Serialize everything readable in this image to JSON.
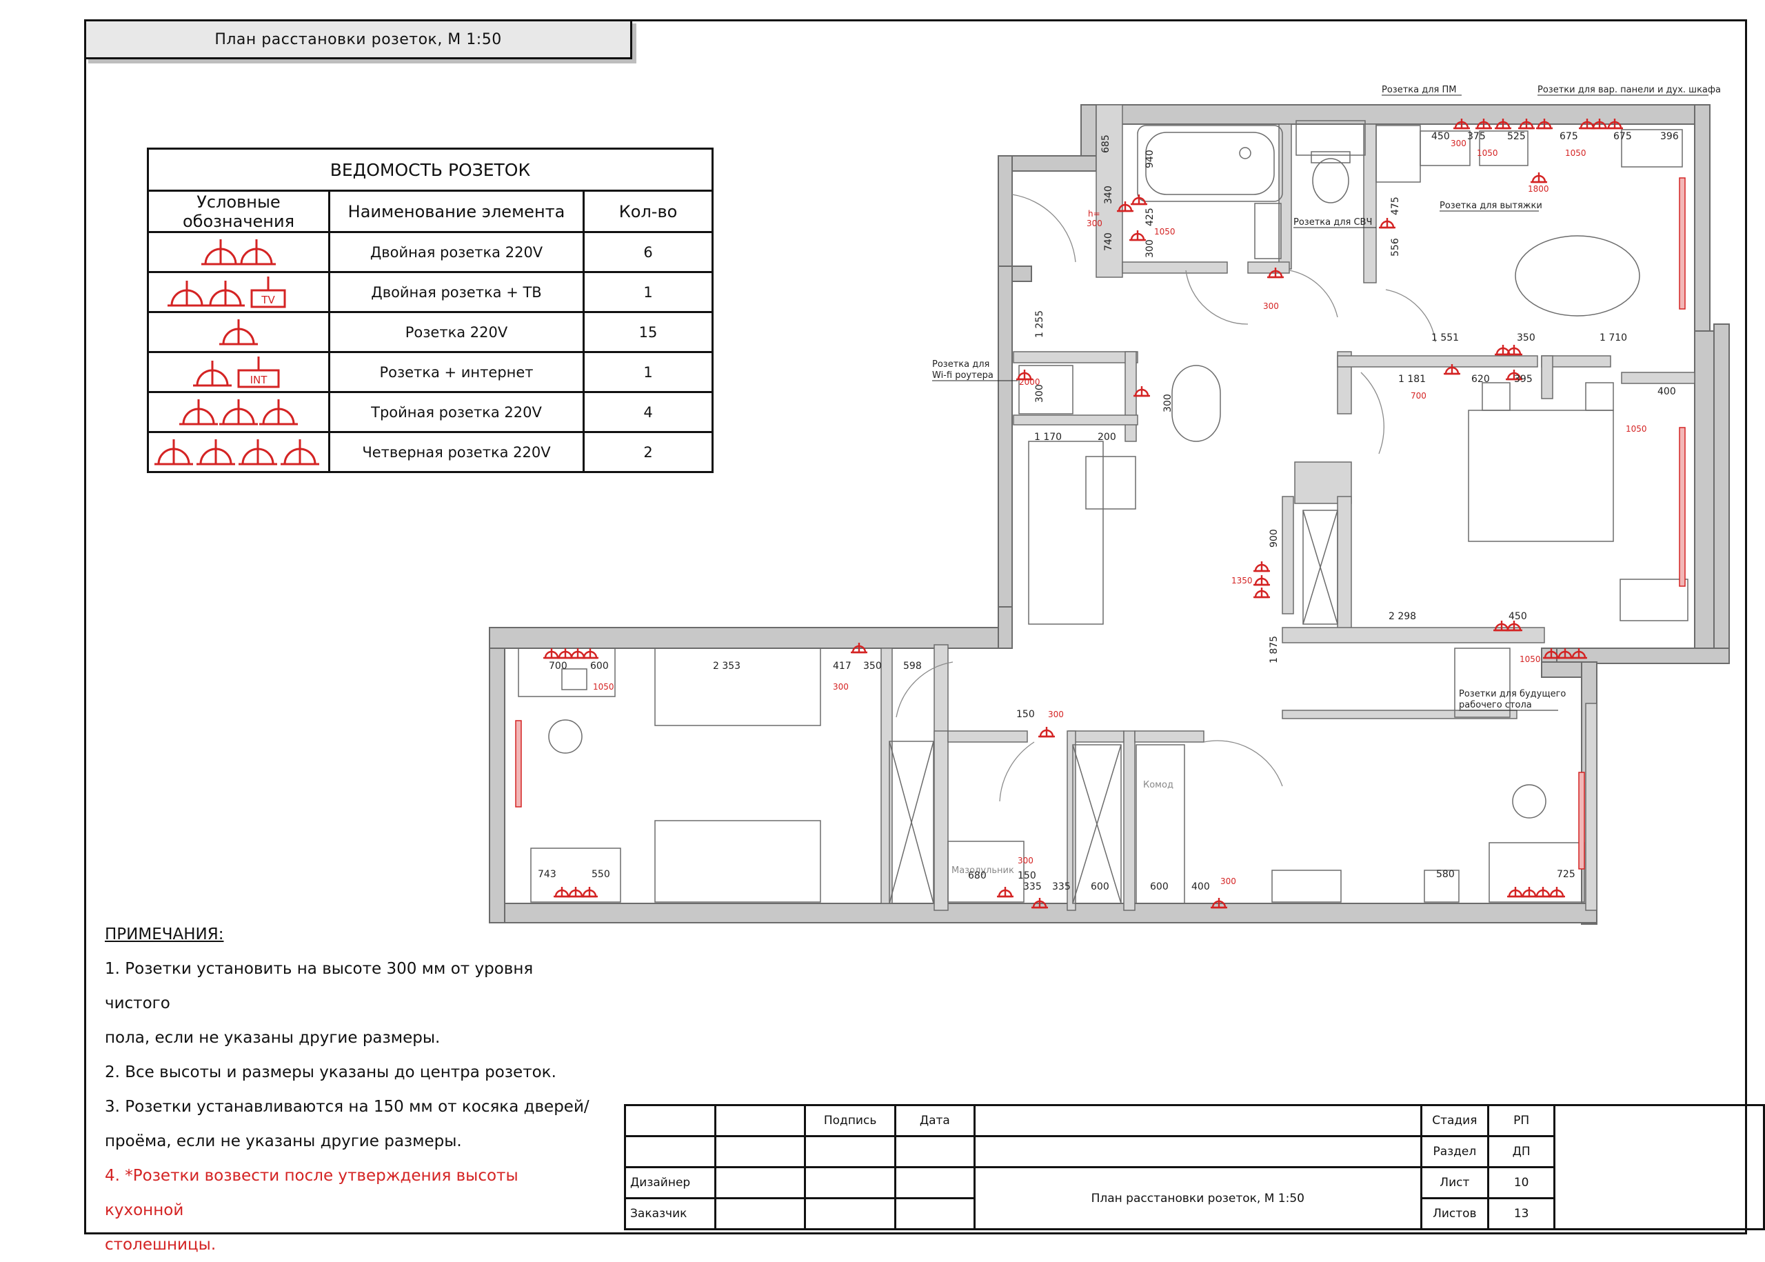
{
  "sheet_title": "План расстановки розеток, М 1:50",
  "legend": {
    "title": "ВЕДОМОСТЬ РОЗЕТОК",
    "headers": [
      "Условные обозначения",
      "Наименование элемента",
      "Кол-во"
    ],
    "rows": [
      {
        "name": "Двойная розетка 220V",
        "qty": "6",
        "symbol": "double"
      },
      {
        "name": "Двойная розетка + ТВ",
        "qty": "1",
        "symbol": "double-tv",
        "tag": "TV"
      },
      {
        "name": "Розетка 220V",
        "qty": "15",
        "symbol": "single"
      },
      {
        "name": "Розетка + интернет",
        "qty": "1",
        "symbol": "single-int",
        "tag": "INT"
      },
      {
        "name": "Тройная розетка 220V",
        "qty": "4",
        "symbol": "triple"
      },
      {
        "name": "Четверная розетка 220V",
        "qty": "2",
        "symbol": "quad"
      }
    ]
  },
  "notes": {
    "title": "ПРИМЕЧАНИЯ:",
    "items": [
      "1. Розетки установить на высоте 300 мм от уровня чистого",
      "пола, если не указаны другие размеры.",
      "2. Все высоты и размеры указаны до центра розеток.",
      "3. Розетки устанавливаются на 150 мм от косяка дверей/",
      "проёма, если не указаны другие размеры."
    ],
    "warning": [
      "4. *Розетки возвести после утверждения высоты кухонной",
      "столешницы."
    ]
  },
  "callouts": {
    "pm": "Розетка для ПМ",
    "panel": "Розетки для вар. панели и дух. шкафа",
    "hood": "Розетка для вытяжки",
    "microwave": "Розетка для СВЧ",
    "router1": "Розетка для",
    "router2": "Wi-fi роутера",
    "desk1": "Розетки для будущего",
    "desk2": "рабочего стола"
  },
  "furniture": {
    "dresser": "Комод",
    "dryer": "Мазолульник"
  },
  "dimensions": {
    "kitchen": [
      "450",
      "375",
      "525",
      "675",
      "675",
      "396"
    ],
    "kitchen_h": [
      "300",
      "1050",
      "1050",
      "1800"
    ],
    "bath": [
      "685",
      "940",
      "340",
      "425",
      "740",
      "300",
      "556",
      "475"
    ],
    "heights": [
      "h=",
      "300",
      "1050",
      "700",
      "1350",
      "2000"
    ],
    "living": [
      "1 551",
      "350",
      "1 710",
      "1 181",
      "620",
      "395",
      "400"
    ],
    "hall": [
      "1 255",
      "300",
      "1 170",
      "200",
      "300",
      "900",
      "1 875"
    ],
    "bedroom": [
      "2 298",
      "450"
    ],
    "kids": [
      "700",
      "600",
      "2 353",
      "417",
      "350",
      "598",
      "743",
      "550"
    ],
    "corridor": [
      "150",
      "680",
      "150",
      "335",
      "335",
      "600",
      "600",
      "400"
    ],
    "office": [
      "580",
      "725"
    ]
  },
  "title_block": {
    "sign": "Подпись",
    "date": "Дата",
    "designer": "Дизайнер",
    "customer": "Заказчик",
    "title": "План расстановки розеток, М 1:50",
    "stage_label": "Стадия",
    "stage": "РП",
    "section_label": "Раздел",
    "section": "ДП",
    "sheet_label": "Лист",
    "sheet": "10",
    "sheets_label": "Листов",
    "sheets": "13"
  },
  "colors": {
    "socket": "#d42323",
    "wall": "#c8c8c8",
    "line": "#6b6b6b"
  }
}
